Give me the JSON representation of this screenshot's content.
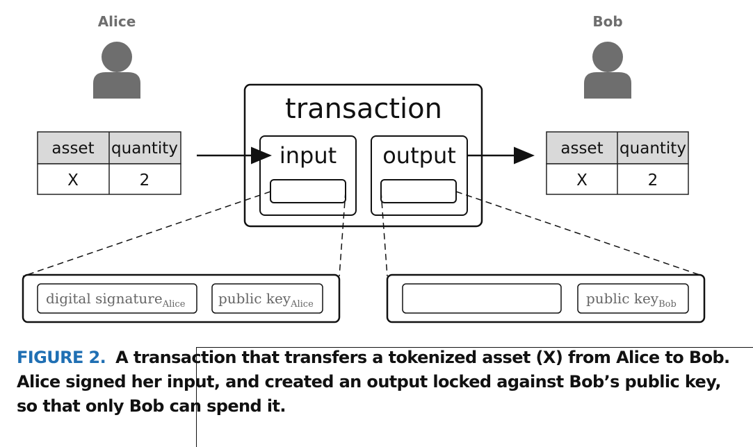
{
  "actors": {
    "alice": "Alice",
    "bob": "Bob"
  },
  "transaction": {
    "title": "transaction",
    "input_label": "input",
    "output_label": "output"
  },
  "tables": {
    "headers": [
      "asset",
      "quantity"
    ],
    "left_row": [
      "X",
      "2"
    ],
    "right_row": [
      "X",
      "2"
    ]
  },
  "details": {
    "input": {
      "signature_text": "digital signature",
      "signature_sub": "Alice",
      "pubkey_text": "public key",
      "pubkey_sub": "Alice"
    },
    "output": {
      "pubkey_text": "public key",
      "pubkey_sub": "Bob"
    }
  },
  "caption": {
    "figure_label": "FIGURE 2.",
    "text": "A transaction that transfers a tokenized asset (X) from Alice to Bob. Alice signed her input, and created an output locked against Bob’s public key, so that only Bob can spend it."
  },
  "colors": {
    "caption_label": "#1f6fb3",
    "person_icon": "#6e6e6e",
    "table_header_bg": "#d9d9d9"
  }
}
